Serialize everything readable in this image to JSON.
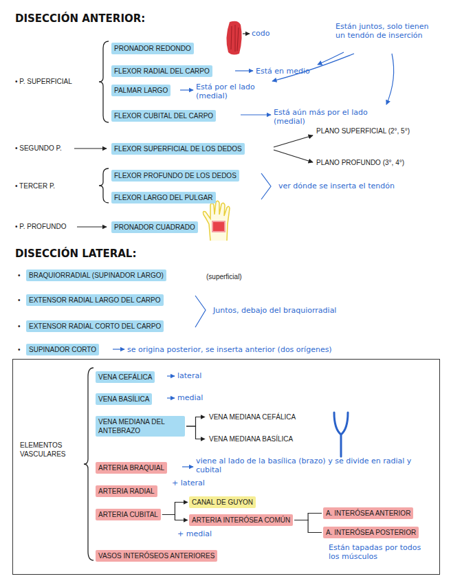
{
  "diagram": {
    "title": "DISECCIÓN ANTERIOR:",
    "nodes": [
      {
        "text": [
          "PRONADOR REDONDO"
        ]
      },
      {
        "text": [
          "FLEXOR RADIAL DEL CARPO"
        ]
      },
      {
        "text": [
          "PALMAR LARGO"
        ]
      },
      {
        "text": [
          "FLEXOR CUBITAL DEL CARPO"
        ]
      },
      {
        "text": [
          "FLEXOR SUPERFICIAL DE LOS DEDOS"
        ]
      },
      {
        "text": [
          "FLEXOR PROFUNDO DE LOS DEDOS"
        ]
      },
      {
        "text": [
          "FLEXOR LARGO DEL PULGAR"
        ]
      },
      {
        "text": [
          "PRONADOR CUADRADO"
        ]
      },
      {
        "text": [
          "BRAQUIORRADIAL (SUPINADOR LARGO)"
        ]
      },
      {
        "text": [
          "EXTENSOR RADIAL LARGO DEL CARPO"
        ]
      },
      {
        "text": [
          "EXTENSOR RADIAL CORTO DEL CARPO"
        ]
      },
      {
        "text": [
          "SUPINADOR CORTO"
        ]
      },
      {
        "text": [
          "ELEMENTOS VASCULARES"
        ]
      },
      {
        "text": [
          "VENA CEFÁLICA"
        ],
        "in": 12
      },
      {
        "text": [
          "VENA BASÍLICA"
        ],
        "in": 12
      },
      {
        "text": [
          "VENA MEDIANA DEL ANTEBRAZO"
        ],
        "in": 12
      },
      {
        "text": [
          "VENA MEDIANA CEFÁLICA"
        ],
        "in": 12
      },
      {
        "text": [
          "VENA MEDIANA BASÍLICA"
        ],
        "in": 12
      },
      {
        "text": [
          "ARTERIA BRAQUIAL"
        ],
        "in": 12
      },
      {
        "text": [
          "ARTERIA RADIAL"
        ],
        "in": 12
      },
      {
        "text": [
          "ARTERIA CUBITAL"
        ],
        "in": 12
      },
      {
        "text": [
          "CANAL DE GUYON"
        ],
        "in": 12
      },
      {
        "text": [
          "ARTERIA INTERÓSEA COMÚN"
        ],
        "in": 12
      },
      {
        "text": [
          "A. INTERÓSEA ANTERIOR"
        ],
        "in": 12
      },
      {
        "text": [
          "A. INTERÓSEA POSTERIOR"
        ],
        "in": 12
      },
      {
        "text": [
          "VASOS INTERÓSEOS ANTERIORES"
        ],
        "in": 12
      }
    ],
    "edges": [
      {
        "from": 15,
        "to": 16,
        "arrow": "to"
      },
      {
        "from": 15,
        "to": 17,
        "arrow": "to"
      },
      {
        "from": 20,
        "to": 21,
        "arrow": "to"
      },
      {
        "from": 20,
        "to": 22,
        "arrow": "to"
      },
      {
        "from": 22,
        "to": 23,
        "arrow": "none"
      },
      {
        "from": 22,
        "to": 24,
        "arrow": "none"
      }
    ],
    "labels": [
      "codo",
      "Están juntos, solo tienen un tendón de inserción",
      "• P. SUPERFICIAL",
      "Está en medio",
      "Está por el lado (medial)",
      "Está aún más por el lado (medial)",
      "• SEGUNDO P.",
      "PLANO SUPERFICIAL (2°, 5°)",
      "PLANO PROFUNDO (3°, 4°)",
      "• TERCER P.",
      "ver dónde se inserta el tendón",
      "• P. PROFUNDO",
      "DISECCIÓN LATERAL:",
      "•",
      "(superficial)",
      "•",
      "•",
      "Juntos, debajo del braquiorradial",
      "•",
      "se origina posterior, se inserta anterior (dos orígenes)",
      "lateral",
      "medial",
      "viene al lado de la basílica (brazo) y se divide en radial y cubital",
      "+ lateral",
      "+ medial",
      "Están tapadas por todos los músculos"
    ]
  }
}
